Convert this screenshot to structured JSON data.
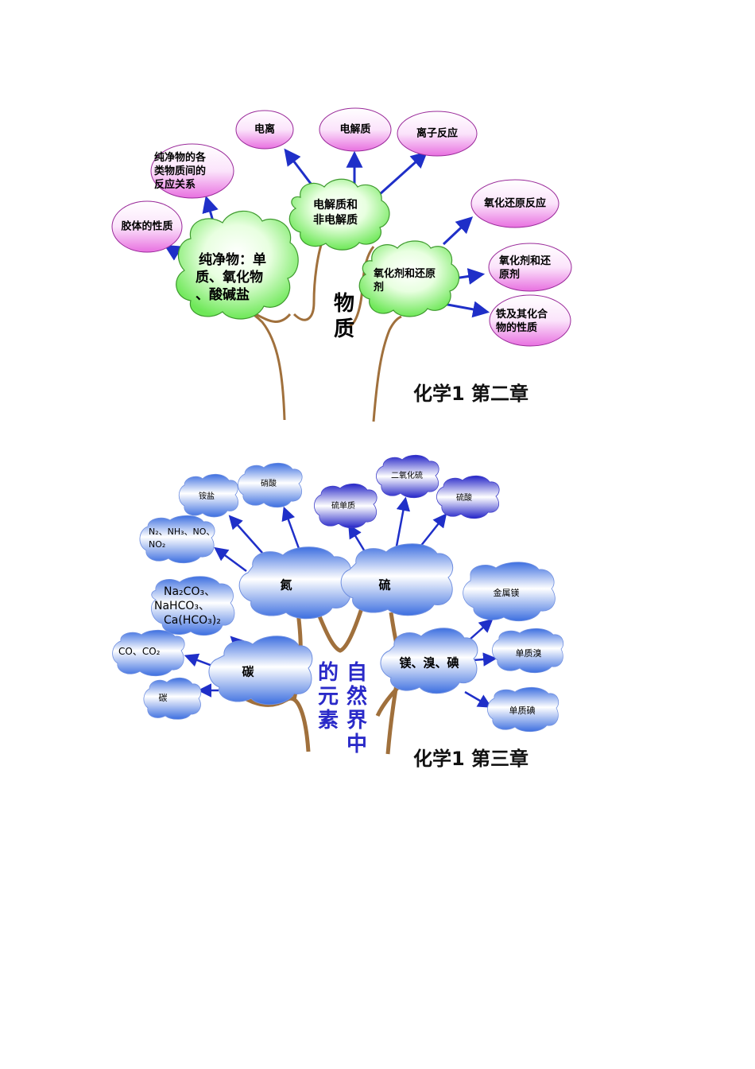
{
  "diagram1": {
    "trunk_label": "物质",
    "caption": "化学1 第二章",
    "branches": {
      "pure": "纯净物：单质、氧化物、酸碱盐",
      "electrolyte": "电解质和非电解质",
      "redox": "氧化剂和还原剂"
    },
    "leaves": {
      "colloid": "胶体的性质",
      "reaction_relations": "纯净物的各类物质间的反应关系",
      "ionization": "电离",
      "electrolyte": "电解质",
      "ionic_reaction": "离子反应",
      "redox_reaction": "氧化还原反应",
      "agents": "氧化剂和还原剂",
      "iron": "铁及其化合物的性质"
    }
  },
  "diagram2": {
    "trunk_label": "自然界中的元素",
    "caption": "化学1 第三章",
    "branches": {
      "nitrogen": "氮",
      "sulfur": "硫",
      "carbon": "碳",
      "halogen": "镁、溴、碘"
    },
    "leaves": {
      "ammonium": "铵盐",
      "nitric_acid": "硝酸",
      "n_compounds_1": "N₂、NH₃、NO、",
      "n_compounds_2": "NO₂",
      "sulfur_element": "硫单质",
      "sulfur_dioxide": "二氧化硫",
      "sulfuric_acid": "硫酸",
      "carbonates_1": "Na₂CO₃、",
      "carbonates_2": "NaHCO₃、",
      "carbonates_3": "Ca(HCO₃)₂",
      "carbon_oxides": "CO、CO₂",
      "carbon_element": "碳",
      "magnesium": "金属镁",
      "bromine": "单质溴",
      "iodine": "单质碘"
    }
  },
  "colors": {
    "trunk": "#a0703c",
    "arrow": "#1f2fc8",
    "green_cloud": "#8ef07a",
    "pink_oval": "#f07ee8",
    "blue_cloud": "#4a74e0",
    "dark_blue_cloud": "#2a2ad0",
    "trunk_label_blue": "#2a2ac8"
  }
}
